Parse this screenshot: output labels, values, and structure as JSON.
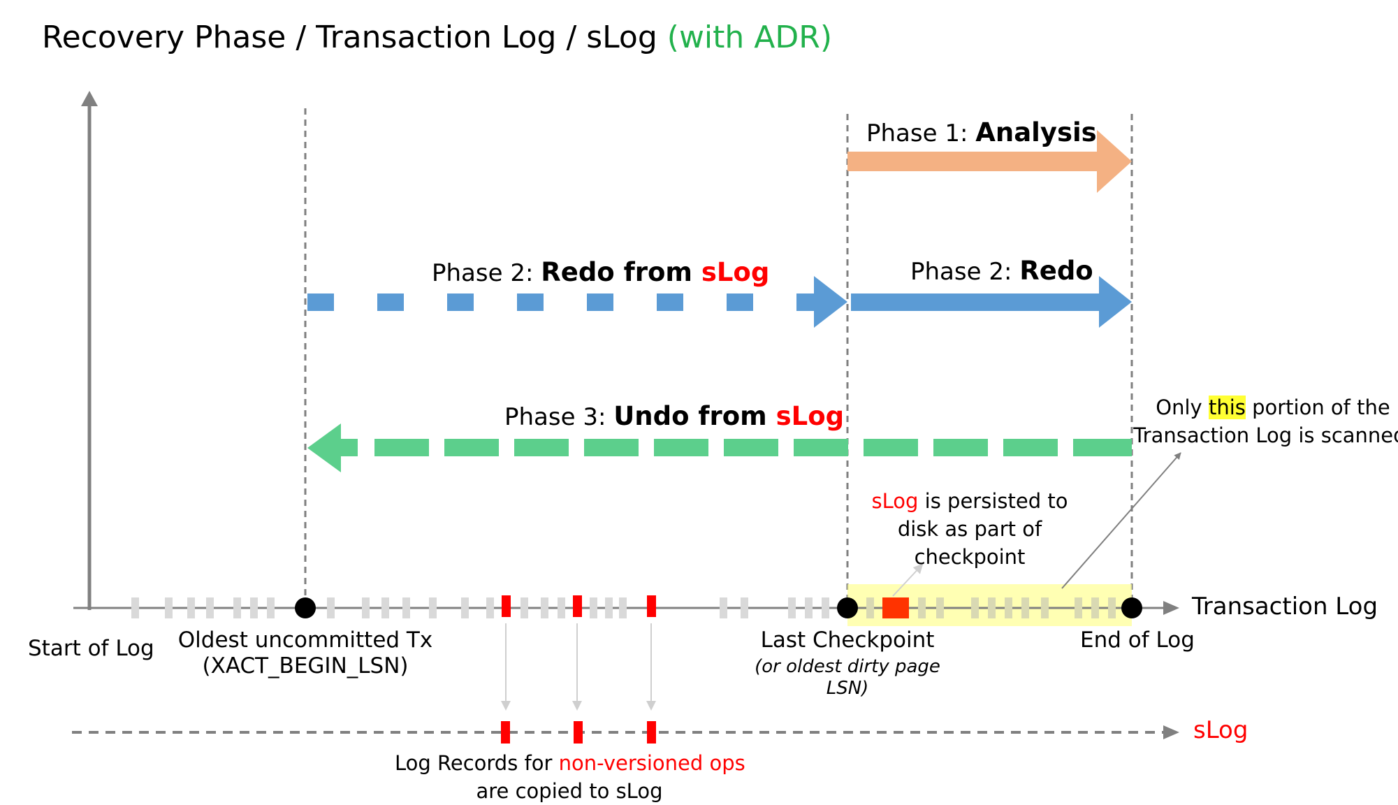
{
  "title": {
    "main": "Recovery Phase / Transaction Log / sLog",
    "accent": "(with ADR)",
    "accent_color": "#22b14c"
  },
  "phases": {
    "analysis": {
      "prefix": "Phase 1: ",
      "name": "Analysis",
      "color": "#f4b183"
    },
    "redo_slog": {
      "prefix": "Phase 2: ",
      "name": "Redo from ",
      "source": "sLog",
      "color": "#5b9bd5"
    },
    "redo": {
      "prefix": "Phase 2: ",
      "name": "Redo",
      "color": "#5b9bd5"
    },
    "undo_slog": {
      "prefix": "Phase 3: ",
      "name": "Undo from ",
      "source": "sLog",
      "color": "#5ccf8c"
    }
  },
  "axis": {
    "start_of_log": "Start of Log",
    "transaction_log": "Transaction Log",
    "slog": "sLog"
  },
  "markers": {
    "oldest_tx": {
      "line1": "Oldest uncommitted Tx",
      "line2": "(XACT_BEGIN_LSN)"
    },
    "last_checkpoint": {
      "line1": "Last Checkpoint",
      "note1": "(or oldest dirty page",
      "note2": "LSN)"
    },
    "end_of_log": "End of Log"
  },
  "annotations": {
    "slog_persisted": {
      "red": "sLog",
      "line1_rest": " is persisted to",
      "line2": "disk as part of",
      "line3": "checkpoint"
    },
    "scanned": {
      "pre": "Only ",
      "highlight": "this",
      "post": " portion of the",
      "line2": "Transaction Log is scanned."
    },
    "log_records": {
      "pre": "Log Records for ",
      "red": "non-versioned ops",
      "line2": "are copied to sLog"
    }
  },
  "colors": {
    "log_record": "#d9d9d9",
    "slog_record": "#ff0000",
    "scanned_region": "#ffff99",
    "axis": "#7f7f7f"
  }
}
